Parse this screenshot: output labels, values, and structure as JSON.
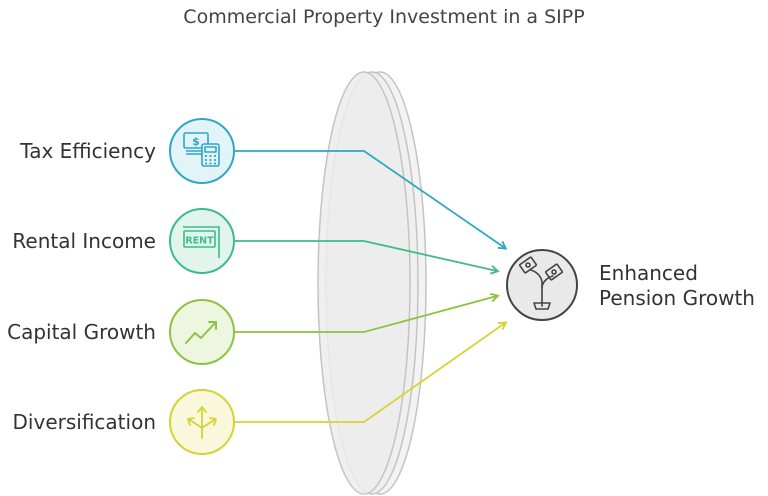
{
  "title": "Commercial Property Investment in a SIPP",
  "inputs": [
    {
      "label": "Tax Efficiency",
      "icon": "money-calculator-icon",
      "color": "#2fa7c7",
      "fill": "#e3f4f8"
    },
    {
      "label": "Rental Income",
      "icon": "rent-sign-icon",
      "color": "#3dbb8a",
      "fill": "#e2f5ec"
    },
    {
      "label": "Capital Growth",
      "icon": "trend-up-icon",
      "color": "#8cc33f",
      "fill": "#eef6e0"
    },
    {
      "label": "Diversification",
      "icon": "split-arrows-icon",
      "color": "#d8d234",
      "fill": "#f9f7dc"
    }
  ],
  "outcome": {
    "line1": "Enhanced",
    "line2": "Pension Growth",
    "icon": "money-plant-icon"
  },
  "colors": {
    "lens_fill": "#ececec",
    "lens_stroke": "#c4c4c4",
    "outcome_fill": "#e9e9e9",
    "outcome_stroke": "#444444"
  }
}
